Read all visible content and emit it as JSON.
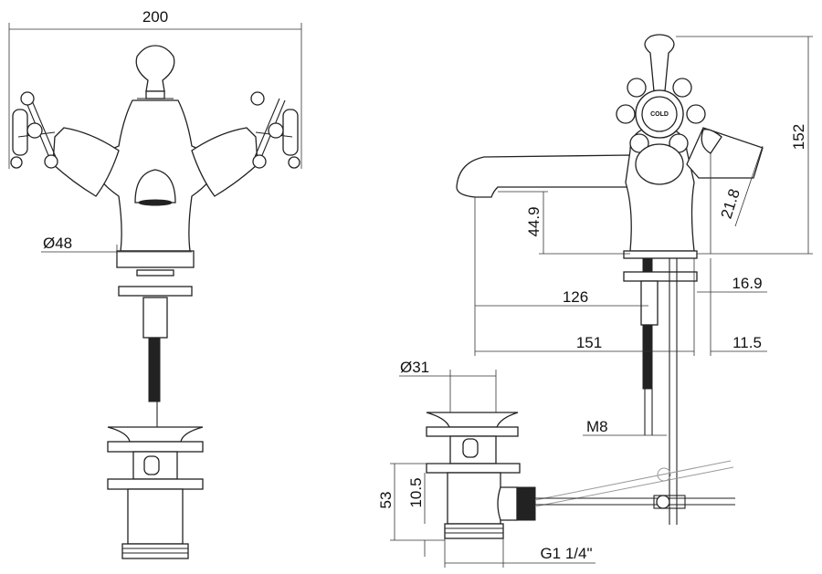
{
  "title": "Basin mixer technical drawing",
  "dimensions": {
    "overall_width": "200",
    "base_diameter": "Ø48",
    "overall_height": "152",
    "spout_height": "44.9",
    "lever_angle_offset": "21.8",
    "spout_reach": "126",
    "lever_offset": "16.9",
    "overall_depth": "151",
    "rod_offset": "11.5",
    "waste_diameter": "Ø31",
    "thread_size": "M8",
    "waste_height": "53",
    "flange_height": "10.5",
    "waste_thread": "G1 1/4\""
  },
  "handle_badge": "COLD"
}
